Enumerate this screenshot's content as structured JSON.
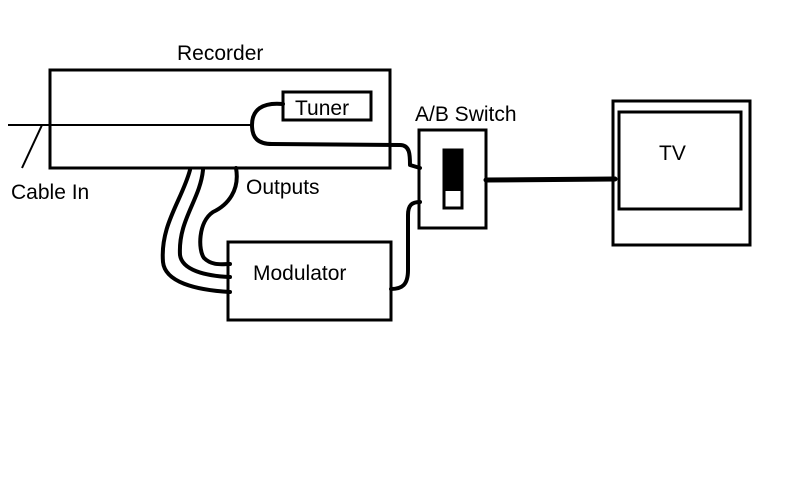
{
  "labels": {
    "recorder": "Recorder",
    "tuner": "Tuner",
    "ab_switch": "A/B Switch",
    "tv": "TV",
    "cable_in": "Cable In",
    "outputs": "Outputs",
    "modulator": "Modulator"
  }
}
